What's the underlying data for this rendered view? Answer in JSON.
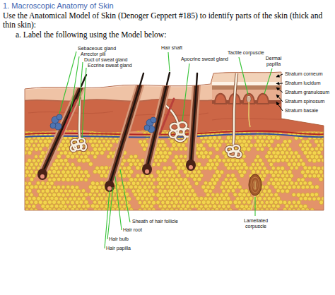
{
  "diagram": {
    "title": "1. Macroscopic Anatomy of Skin",
    "labels": [
      "Use the Anatomical Model of Skin (Denoger Geppert #185) to identify parts of the skin (thick and thin skin):",
      "a. Label the following using the Model below:",
      "Sebaceous gland",
      "Arrector pili",
      "Duct of sweat gland",
      "Eccrine sweat gland",
      "Hair shaft",
      "Apocrine sweat gland",
      "Tactile corpuscle",
      "Dermal papilla",
      "Stratum corneum",
      "Stratum lucidum",
      "Stratum granulosum",
      "Stratum spinosum",
      "Stratum basale",
      "Sheath of hair follicle",
      "Hair root",
      "Lamellated corpuscle",
      "Hair bulb",
      "Hair papilla"
    ]
  }
}
